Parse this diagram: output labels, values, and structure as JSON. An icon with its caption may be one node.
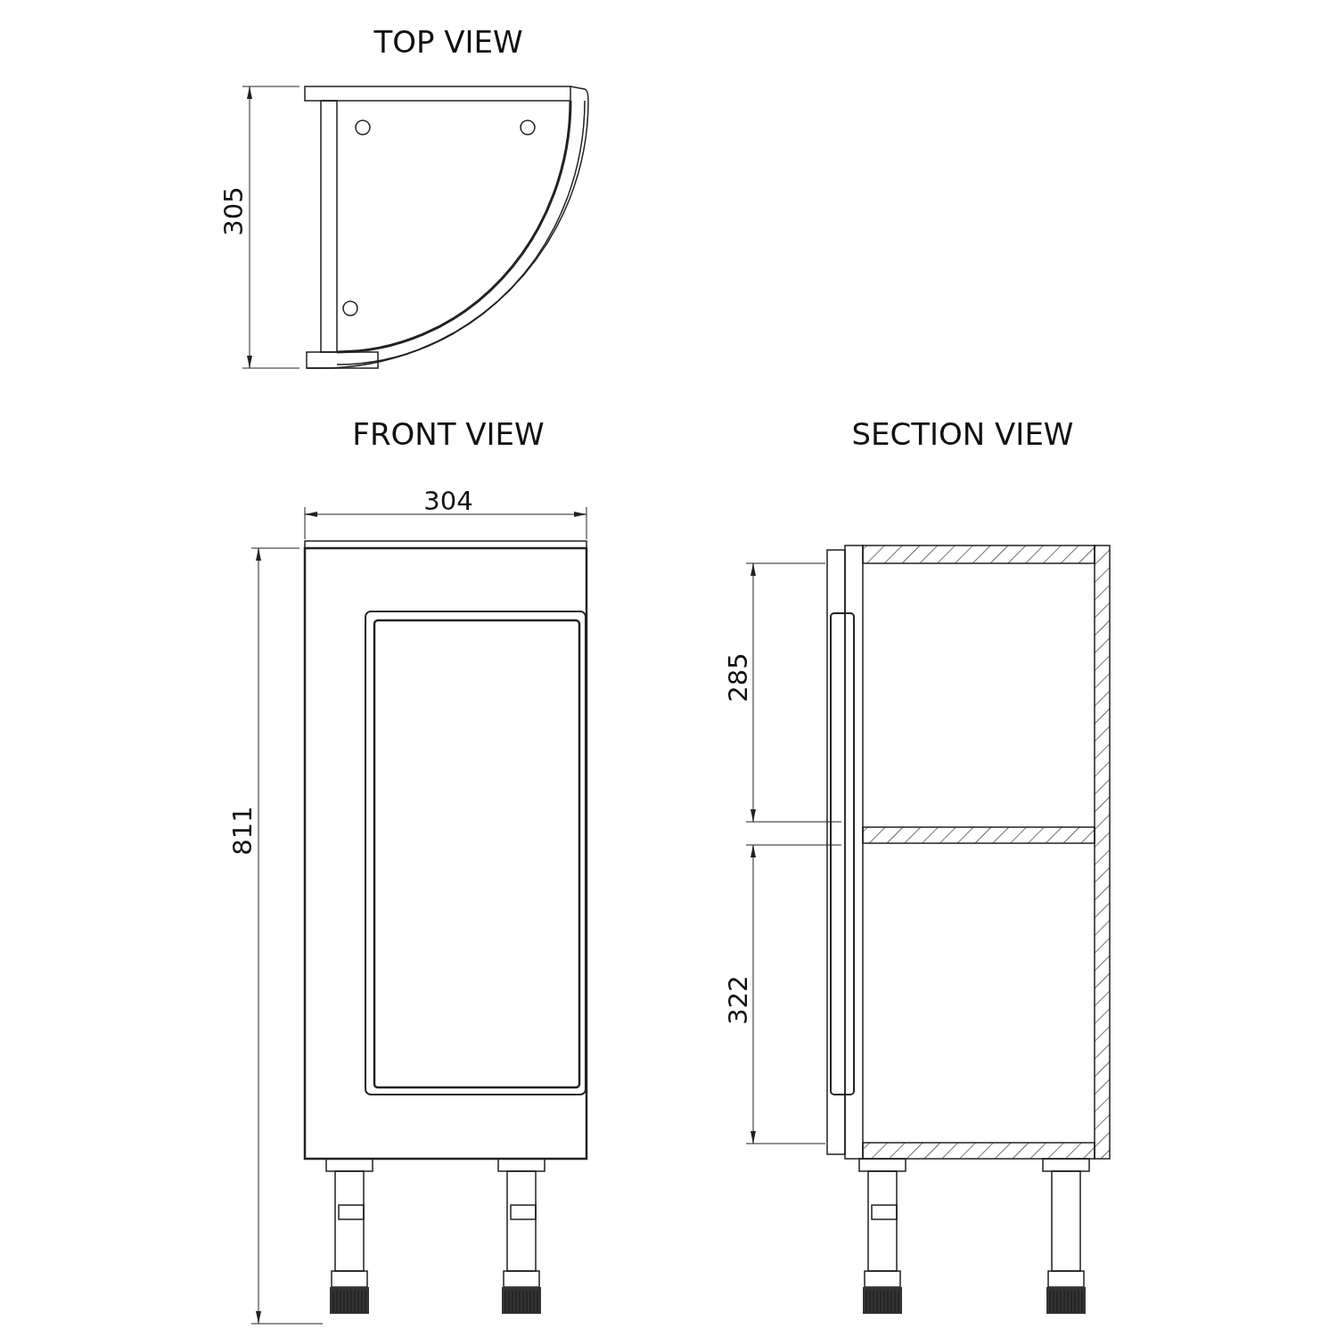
{
  "diagram": {
    "labels": [
      "TOP VIEW",
      "305",
      "FRONT VIEW",
      "SECTION VIEW",
      "304",
      "811",
      "285",
      "322"
    ]
  }
}
